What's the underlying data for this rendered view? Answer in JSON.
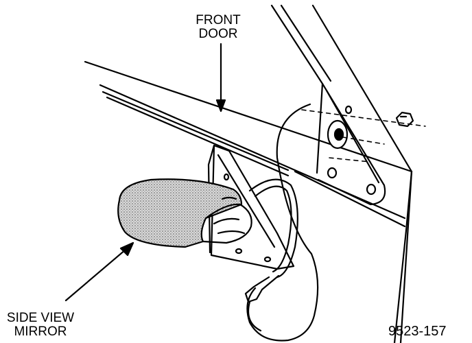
{
  "labels": {
    "front_door_line1": "FRONT",
    "front_door_line2": "DOOR",
    "side_view_mirror_line1": "SIDE VIEW",
    "side_view_mirror_line2": "MIRROR",
    "figure_code": "9523-157"
  },
  "colors": {
    "ink": "#000000",
    "paper": "#ffffff",
    "mirror_glass": "#bdbdbd"
  }
}
